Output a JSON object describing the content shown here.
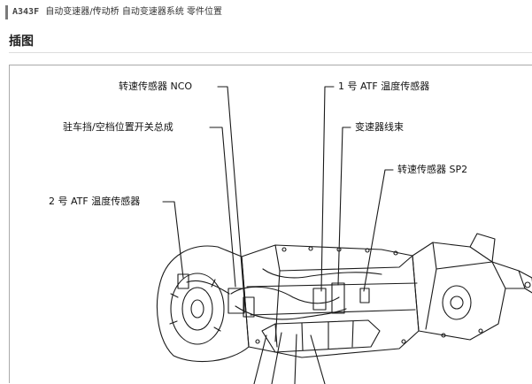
{
  "breadcrumb": {
    "model_code": "A343F",
    "path": "自动变速器/传动桥  自动变速器系统  零件位置"
  },
  "section": {
    "title": "插图"
  },
  "diagram": {
    "labels": {
      "speed_sensor_nco": "转速传感器 NCO",
      "atf_temp_sensor_1": "1 号 ATF 温度传感器",
      "park_neutral_switch": "驻车挡/空档位置开关总成",
      "transmission_harness": "变速器线束",
      "speed_sensor_sp2": "转速传感器 SP2",
      "atf_temp_sensor_2": "2 号 ATF 温度传感器"
    }
  }
}
